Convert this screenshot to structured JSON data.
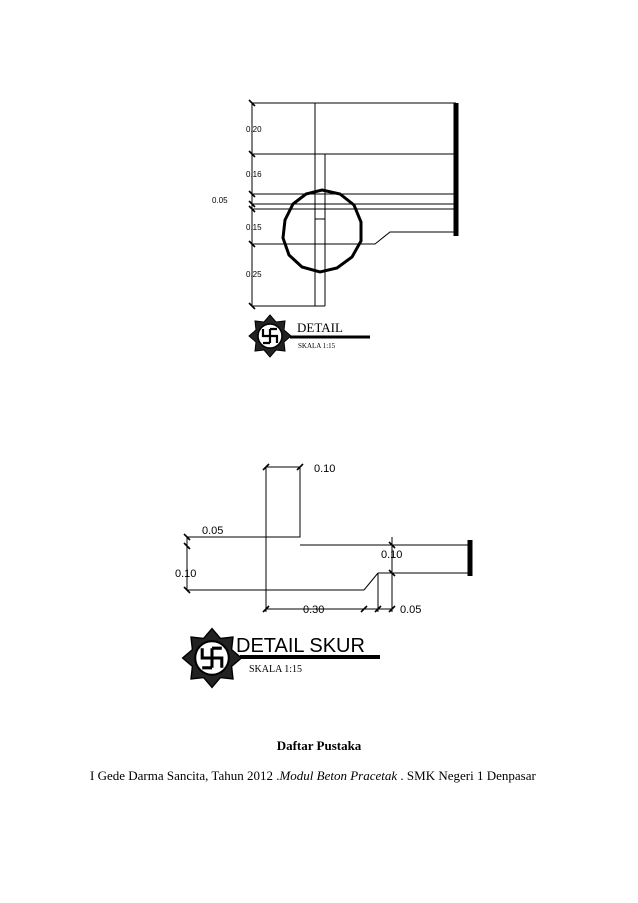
{
  "detail1": {
    "dims": [
      "0.20",
      "0.16",
      "0.05",
      "0.15",
      "0.25"
    ],
    "title": "DETAIL",
    "scale": "SKALA 1:15"
  },
  "detail2": {
    "dims": [
      "0.10",
      "0.05",
      "0.10",
      "0.10",
      "0.30",
      "0.05"
    ],
    "title": "DETAIL SKUR",
    "scale": "SKALA 1:15"
  },
  "references": {
    "heading": "Daftar Pustaka",
    "entry_lead": "I Gede Darma Sancita,  Tahun 2012 .",
    "entry_title": "Modul Beton Pracetak",
    "entry_tail": " . SMK Negeri 1 Denpasar"
  }
}
